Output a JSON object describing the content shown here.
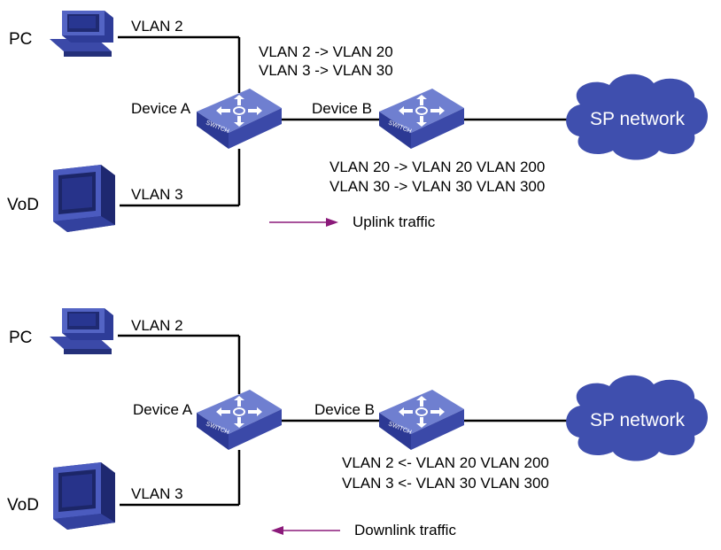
{
  "top": {
    "pc_label": "PC",
    "vod_label": "VoD",
    "pc_vlan": "VLAN 2",
    "vod_vlan": "VLAN 3",
    "device_a": "Device A",
    "device_b": "Device B",
    "mapping_a": [
      "VLAN 2 -> VLAN 20",
      "VLAN 3 -> VLAN 30"
    ],
    "mapping_b": [
      "VLAN 20 -> VLAN 20 VLAN 200",
      "VLAN 30 -> VLAN 30 VLAN 300"
    ],
    "cloud": "SP network",
    "legend": "Uplink traffic"
  },
  "bottom": {
    "pc_label": "PC",
    "vod_label": "VoD",
    "pc_vlan": "VLAN 2",
    "vod_vlan": "VLAN 3",
    "device_a": "Device A",
    "device_b": "Device B",
    "mapping_b": [
      "VLAN 2 <- VLAN 20 VLAN 200",
      "VLAN 3 <- VLAN 30 VLAN 300"
    ],
    "cloud": "SP network",
    "legend": "Downlink traffic"
  },
  "switch_text": "SWITCH",
  "colors": {
    "device_blue": "#3b49a8",
    "device_top": "#6f7fd0",
    "cloud": "#3f4fae",
    "arrow": "#8b1a7a",
    "link": "#000000"
  }
}
